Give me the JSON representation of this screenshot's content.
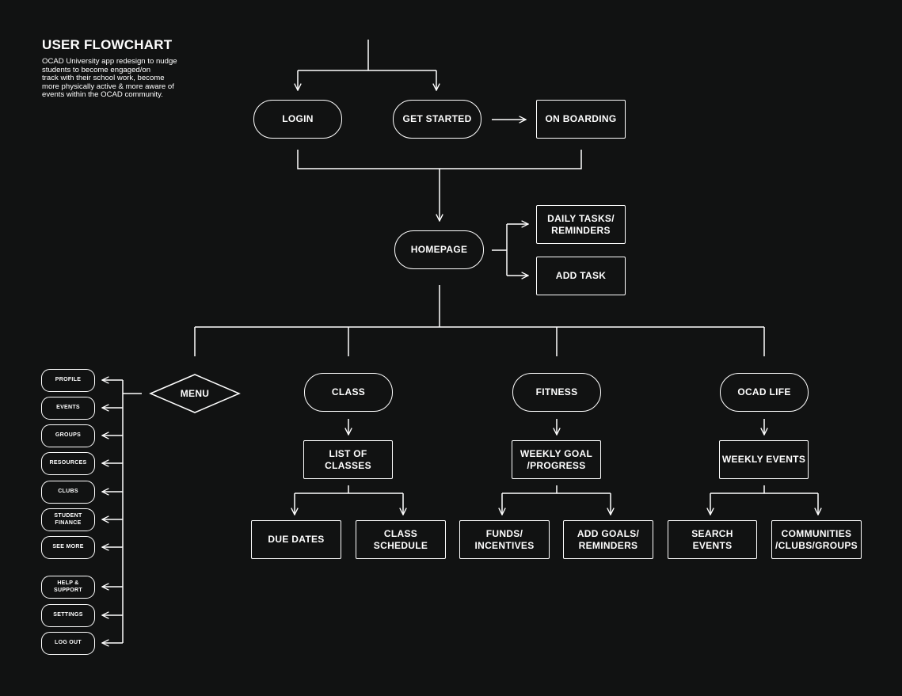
{
  "header": {
    "title": "USER FLOWCHART",
    "description": "OCAD University app redesign to nudge\nstudents to become engaged/on\ntrack with their school work, become\nmore physically active & more aware of\nevents  within the OCAD community."
  },
  "nodes": {
    "login": "LOGIN",
    "get_started": "GET STARTED",
    "on_boarding": "ON BOARDING",
    "homepage": "HOMEPAGE",
    "daily_tasks": "DAILY TASKS/\nREMINDERS",
    "add_task": "ADD TASK",
    "menu": "MENU",
    "class": "CLASS",
    "fitness": "FITNESS",
    "ocad_life": "OCAD LIFE",
    "list_of_classes": "LIST OF\nCLASSES",
    "weekly_goal": "WEEKLY GOAL\n/PROGRESS",
    "weekly_events": "WEEKLY EVENTS",
    "due_dates": "DUE DATES",
    "class_schedule": "CLASS\nSCHEDULE",
    "funds_incentives": "FUNDS/\nINCENTIVES",
    "add_goals": "ADD GOALS/\nREMINDERS",
    "search_events": "SEARCH\nEVENTS",
    "communities": "COMMUNITIES\n/CLUBS/GROUPS"
  },
  "menu_items": {
    "profile": "PROFILE",
    "events": "EVENTS",
    "groups": "GROUPS",
    "resources": "RESOURCES",
    "clubs": "CLUBS",
    "student_finance": "STUDENT\nFINANCE",
    "see_more": "SEE MORE",
    "help_support": "HELP &\nSUPPORT",
    "settings": "SETTINGS",
    "log_out": "LOG OUT"
  },
  "colors": {
    "background": "#111212",
    "stroke": "#ffffff"
  }
}
